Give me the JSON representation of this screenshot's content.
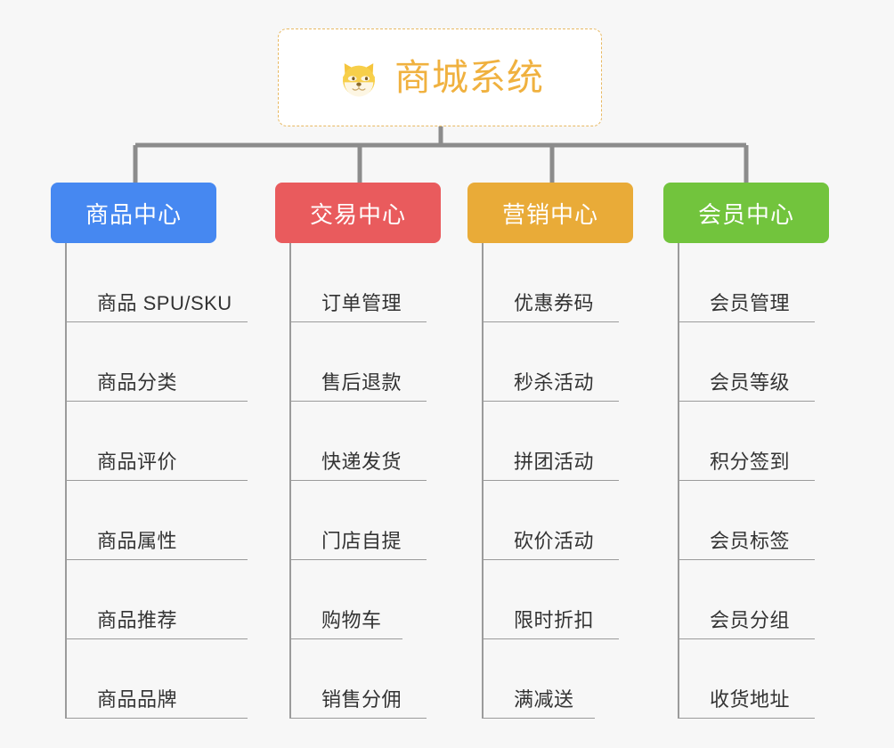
{
  "root": {
    "title": "商城系统",
    "icon": "shiba-dog-face-icon",
    "border_color": "#e8b963",
    "title_color": "#f0b13f",
    "background": "#ffffff"
  },
  "canvas": {
    "background": "#f7f7f7",
    "connector_color": "#8c8c8c",
    "rail_color": "#9b9b9b"
  },
  "branches": [
    {
      "label": "商品中心",
      "color": "#4688f1",
      "leaves": [
        "商品 SPU/SKU",
        "商品分类",
        "商品评价",
        "商品属性",
        "商品推荐",
        "商品品牌"
      ]
    },
    {
      "label": "交易中心",
      "color": "#e95b5d",
      "leaves": [
        "订单管理",
        "售后退款",
        "快递发货",
        "门店自提",
        "购物车",
        "销售分佣"
      ]
    },
    {
      "label": "营销中心",
      "color": "#e9ab38",
      "leaves": [
        "优惠券码",
        "秒杀活动",
        "拼团活动",
        "砍价活动",
        "限时折扣",
        "满减送"
      ]
    },
    {
      "label": "会员中心",
      "color": "#72c43d",
      "leaves": [
        "会员管理",
        "会员等级",
        "积分签到",
        "会员标签",
        "会员分组",
        "收货地址"
      ]
    }
  ]
}
